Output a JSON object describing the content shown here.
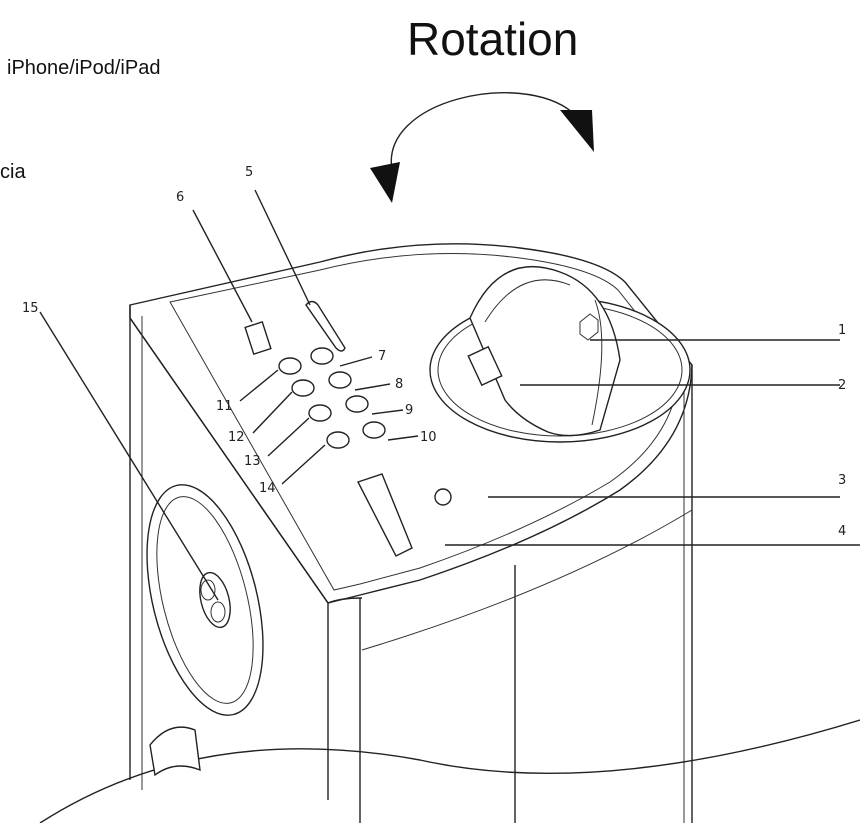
{
  "header": {
    "title": "Rotation",
    "side_text_1": "iPhone/iPod/iPad",
    "side_text_2": "cia"
  },
  "callouts": [
    "1",
    "2",
    "3",
    "4",
    "5",
    "6",
    "7",
    "8",
    "9",
    "10",
    "11",
    "12",
    "13",
    "14",
    "15"
  ]
}
